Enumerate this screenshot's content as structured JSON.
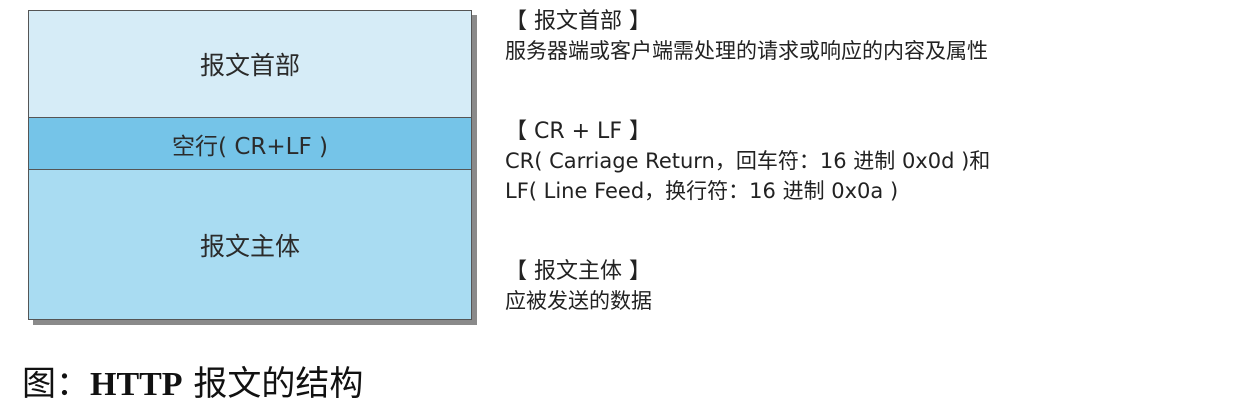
{
  "diagram": {
    "blocks": [
      {
        "label": "报文首部"
      },
      {
        "label": "空行( CR+LF )"
      },
      {
        "label": "报文主体"
      }
    ]
  },
  "descriptions": [
    {
      "title": "【 报文首部 】",
      "lines": [
        "服务器端或客户端需处理的请求或响应的内容及属性"
      ]
    },
    {
      "title": "【 CR + LF 】",
      "lines": [
        "CR( Carriage Return，回车符：16 进制 0x0d )和",
        "LF( Line Feed，换行符：16 进制 0x0a )"
      ]
    },
    {
      "title": "【 报文主体 】",
      "lines": [
        "应被发送的数据"
      ]
    }
  ],
  "caption": {
    "prefix": "图：",
    "bold": "HTTP",
    "suffix": " 报文的结构"
  }
}
